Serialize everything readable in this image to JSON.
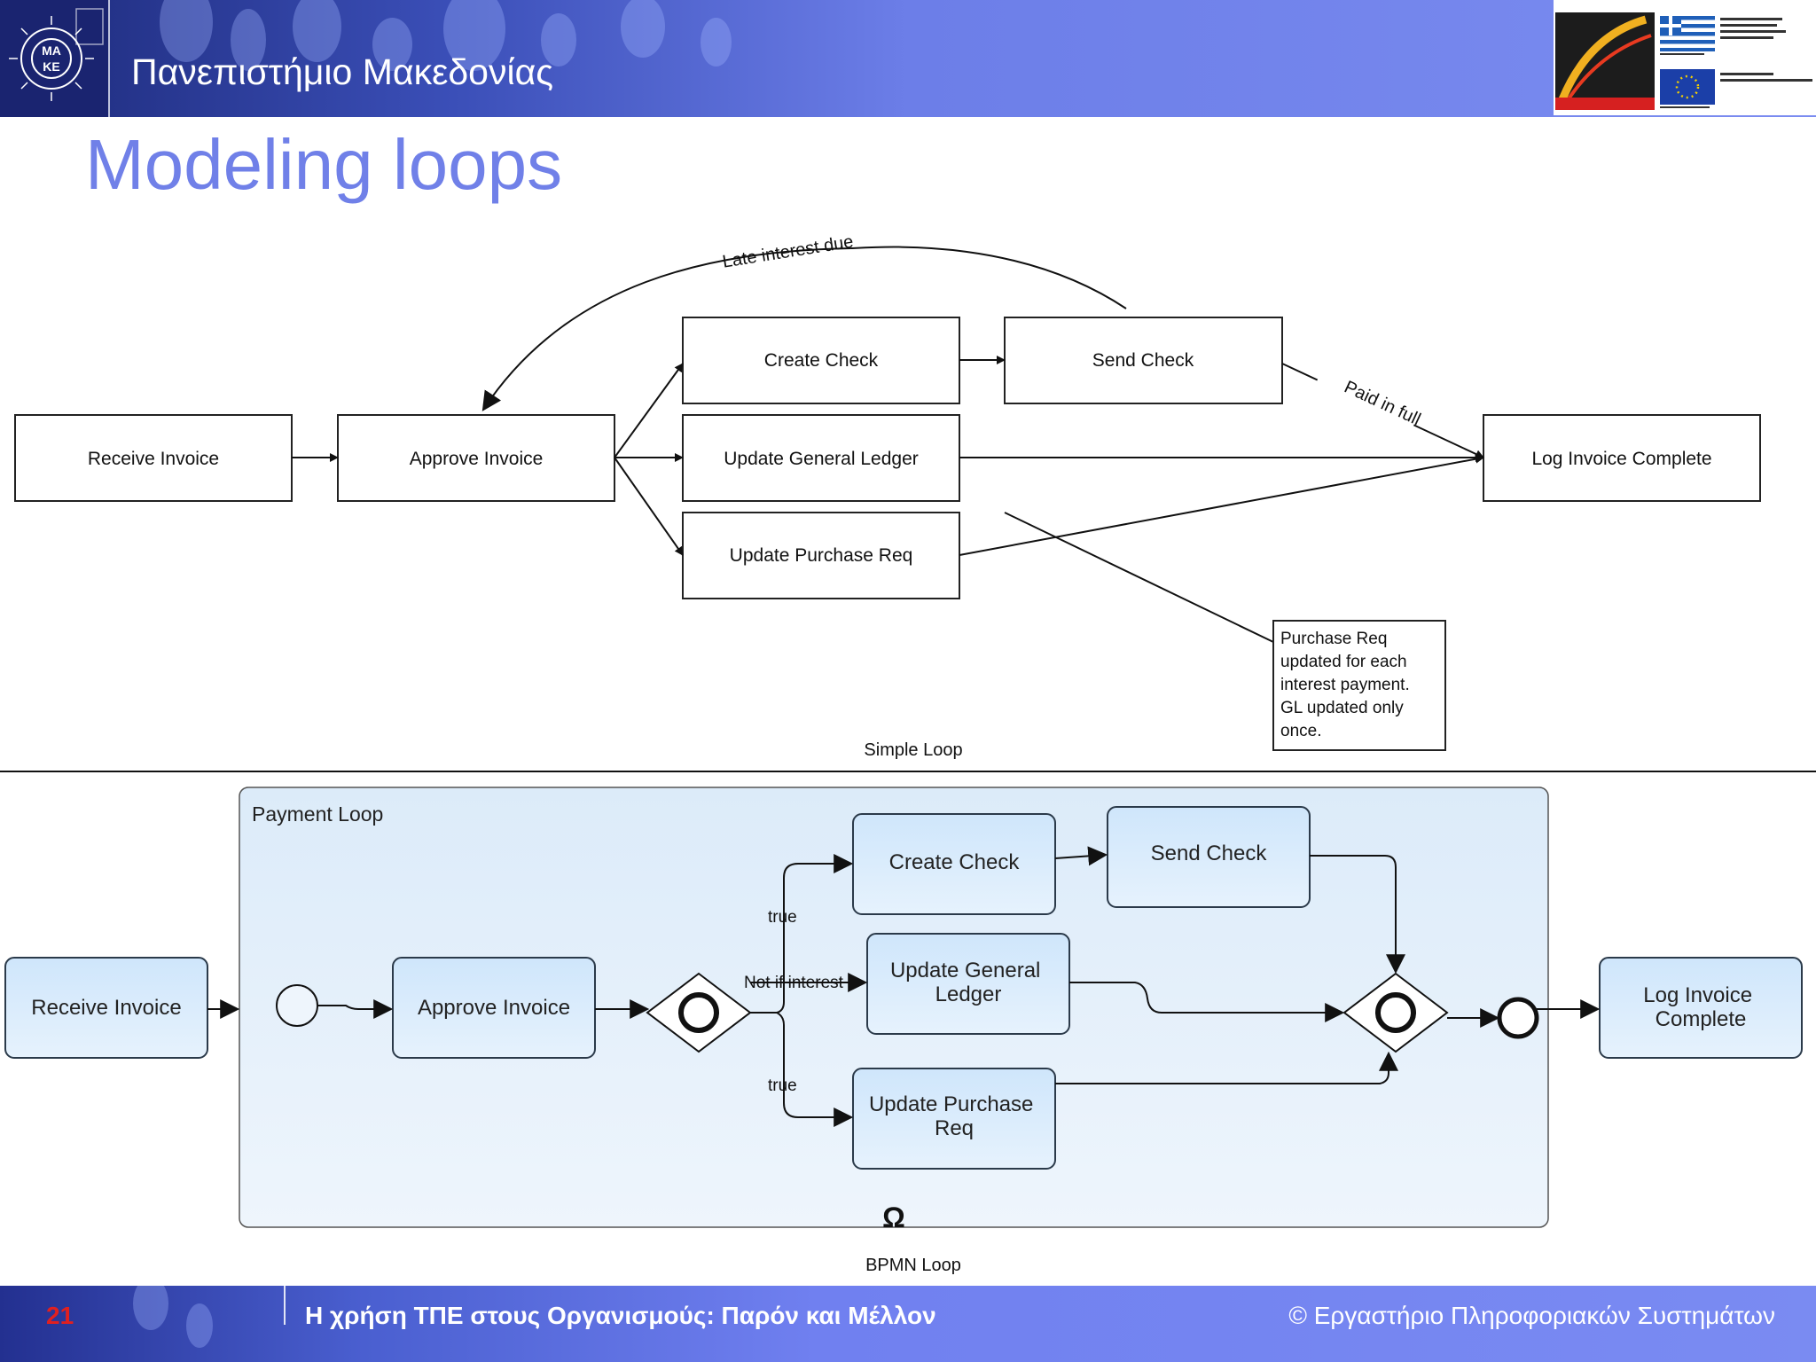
{
  "header": {
    "university": "Πανεπιστήμιο Μακεδονίας",
    "logo_text": "ΜΑ\nΚΕ"
  },
  "title": "Modeling loops",
  "simple_loop": {
    "caption": "Simple Loop",
    "tasks": {
      "receive_invoice": "Receive Invoice",
      "approve_invoice": "Approve Invoice",
      "create_check": "Create Check",
      "send_check": "Send Check",
      "update_gl": "Update General Ledger",
      "update_pr": "Update Purchase Req",
      "log_invoice": "Log Invoice Complete"
    },
    "labels": {
      "late_interest": "Late interest due",
      "paid_in_full": "Paid in full"
    },
    "note": [
      "Purchase Req",
      "updated for each",
      "interest payment.",
      "GL updated only",
      "once."
    ]
  },
  "bpmn_loop": {
    "caption": "BPMN Loop",
    "subprocess_label": "Payment Loop",
    "tasks": {
      "receive_invoice": "Receive Invoice",
      "approve_invoice": "Approve Invoice",
      "create_check": "Create Check",
      "send_check": "Send Check",
      "update_gl": [
        "Update General",
        "Ledger"
      ],
      "update_pr": [
        "Update Purchase",
        "Req"
      ],
      "log_invoice": [
        "Log Invoice",
        "Complete"
      ]
    },
    "conditions": {
      "true_top": "true",
      "not_interest": "Not if interest",
      "true_bottom": "true"
    },
    "loop_marker": "Ω"
  },
  "footer": {
    "page_number": "21",
    "title": "Η χρήση ΤΠΕ στους Οργανισμούς: Παρόν και Μέλλον",
    "copyright": "© Εργαστήριο Πληροφοριακών Συστημάτων"
  },
  "colors": {
    "title": "#7080e8",
    "header_start": "#1d2a7a",
    "header_end": "#7b8cf0",
    "bpmn_task_fill": "#d7ecfc",
    "bpmn_task_stroke": "#2b3a4a",
    "page_number": "#e02020"
  }
}
